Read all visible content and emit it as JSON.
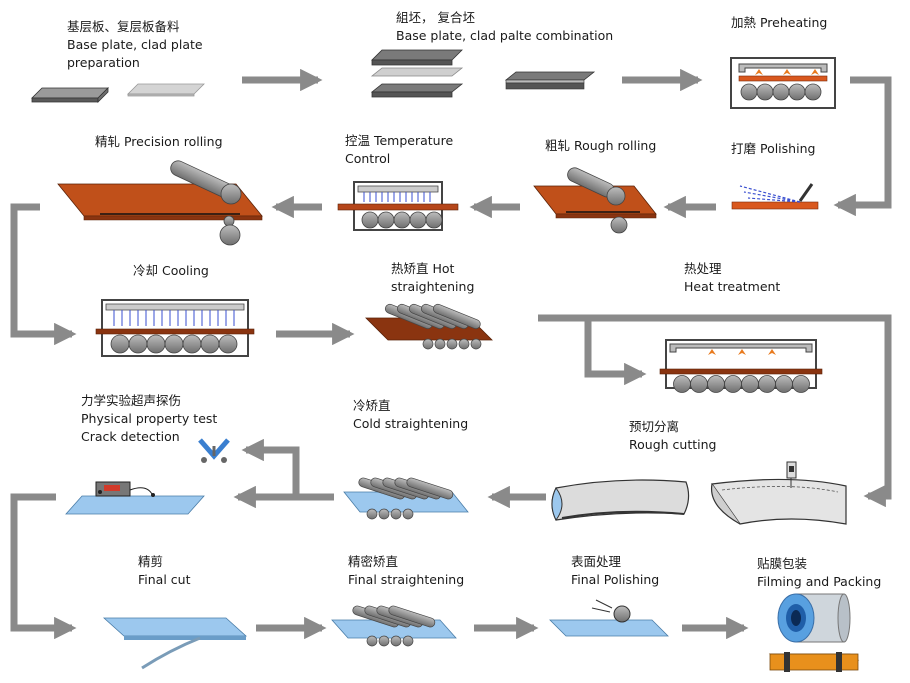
{
  "steps": {
    "s1": {
      "zh": "基层板、复层板备料",
      "en1": "Base plate, clad plate",
      "en2": "preparation"
    },
    "s2": {
      "zh": "組坯， 复合坯",
      "en1": "Base plate, clad palte combination"
    },
    "s3": {
      "line1": "加熱 Preheating"
    },
    "s4": {
      "line1": "打磨 Polishing"
    },
    "s5": {
      "line1": "粗轧 Rough rolling"
    },
    "s6": {
      "line1": "控温 Temperature",
      "line2": "Control"
    },
    "s7": {
      "line1": "精轧 Precision rolling"
    },
    "s8": {
      "line1": "冷却 Cooling"
    },
    "s9": {
      "line1": "热矫直 Hot",
      "line2": "straightening"
    },
    "s10": {
      "line1": "热处理",
      "line2": "Heat treatment"
    },
    "s11": {
      "line1": "预切分离",
      "line2": "Rough cutting"
    },
    "s12": {
      "line1": "冷矫直",
      "line2": "Cold straightening"
    },
    "s13": {
      "line1": "力学实验超声探伤",
      "line2": "Physical property test",
      "line3": "Crack detection"
    },
    "s14": {
      "line1": "精剪",
      "line2": "Final cut"
    },
    "s15": {
      "line1": "精密矫直",
      "line2": "Final straightening"
    },
    "s16": {
      "line1": "表面处理",
      "line2": "Final Polishing"
    },
    "s17": {
      "line1": "贴膜包装",
      "line2": "Filming and Packing"
    }
  },
  "colors": {
    "arrow": "#8a8a8a",
    "plate_dark": "#6e6e6e",
    "plate_light": "#c8c8c8",
    "copper": "#c0501a",
    "blue_plate": "#9cc8ee",
    "roller": "#8c8c8c",
    "flame": "#e87a1e"
  }
}
